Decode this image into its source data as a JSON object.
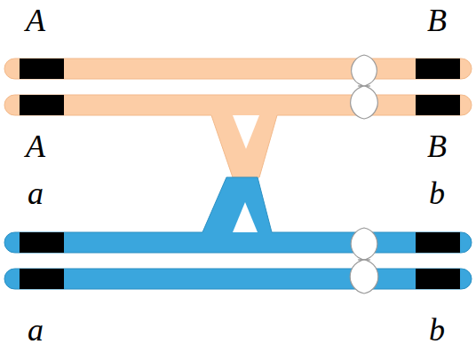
{
  "diagram": {
    "labels": [
      "A",
      "B",
      "A",
      "B",
      "a",
      "b",
      "a",
      "b"
    ]
  }
}
